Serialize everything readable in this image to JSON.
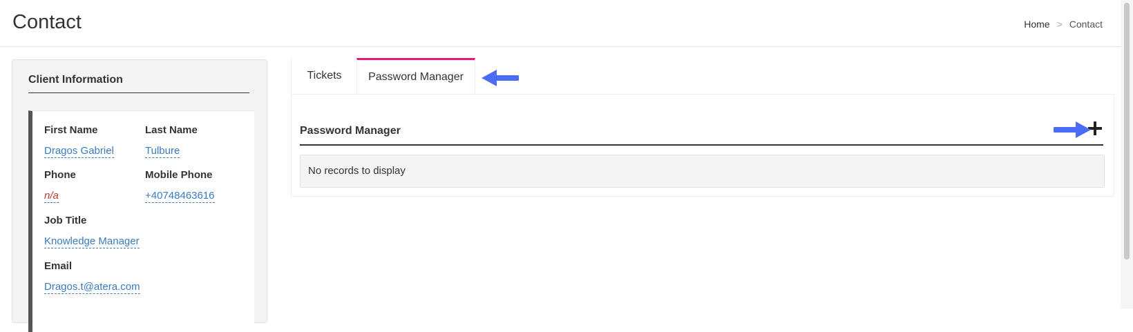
{
  "header": {
    "title": "Contact",
    "breadcrumb": {
      "home": "Home",
      "separator": ">",
      "current": "Contact"
    }
  },
  "client_panel": {
    "title": "Client Information",
    "fields": {
      "first_name": {
        "label": "First Name",
        "value": "Dragos Gabriel"
      },
      "last_name": {
        "label": "Last Name",
        "value": "Tulbure"
      },
      "phone": {
        "label": "Phone",
        "value": "n/a"
      },
      "mobile_phone": {
        "label": "Mobile Phone",
        "value": "+40748463616"
      },
      "job_title": {
        "label": "Job Title",
        "value": "Knowledge Manager"
      },
      "email": {
        "label": "Email",
        "value": "Dragos.t@atera.com"
      }
    }
  },
  "tabs": [
    {
      "label": "Tickets",
      "active": false
    },
    {
      "label": "Password Manager",
      "active": true
    }
  ],
  "password_manager": {
    "title": "Password Manager",
    "empty_text": "No records to display"
  },
  "colors": {
    "accent_tab": "#e6197a",
    "link": "#3a7bbf",
    "na_value": "#c0392b",
    "annotation_arrow": "#4a6cf7"
  },
  "icons": {
    "add": "plus-icon",
    "annotation": "arrow-icon"
  }
}
